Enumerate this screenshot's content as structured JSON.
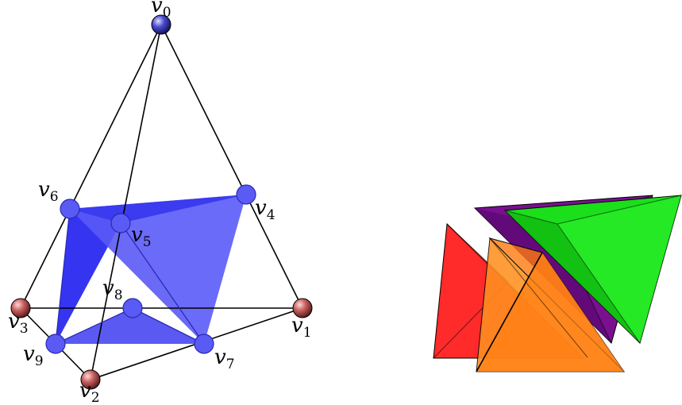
{
  "vertices": {
    "v0": {
      "name": "v",
      "index": "0"
    },
    "v1": {
      "name": "v",
      "index": "1"
    },
    "v2": {
      "name": "v",
      "index": "2"
    },
    "v3": {
      "name": "v",
      "index": "3"
    },
    "v4": {
      "name": "v",
      "index": "4"
    },
    "v5": {
      "name": "v",
      "index": "5"
    },
    "v6": {
      "name": "v",
      "index": "6"
    },
    "v7": {
      "name": "v",
      "index": "7"
    },
    "v8": {
      "name": "v",
      "index": "8"
    },
    "v9": {
      "name": "v",
      "index": "9"
    }
  },
  "colors": {
    "outer_vertex": "#c05050",
    "apex_vertex": "#3a3ac0",
    "inner_vertex": "#5a5af5",
    "dark_face": "#2a2af0",
    "light_face": "#6a6af8",
    "red_piece": "#ff2a2a",
    "orange_piece": "#ff8a1a",
    "purple_piece": "#7a1090",
    "green_piece": "#1adf1a"
  }
}
